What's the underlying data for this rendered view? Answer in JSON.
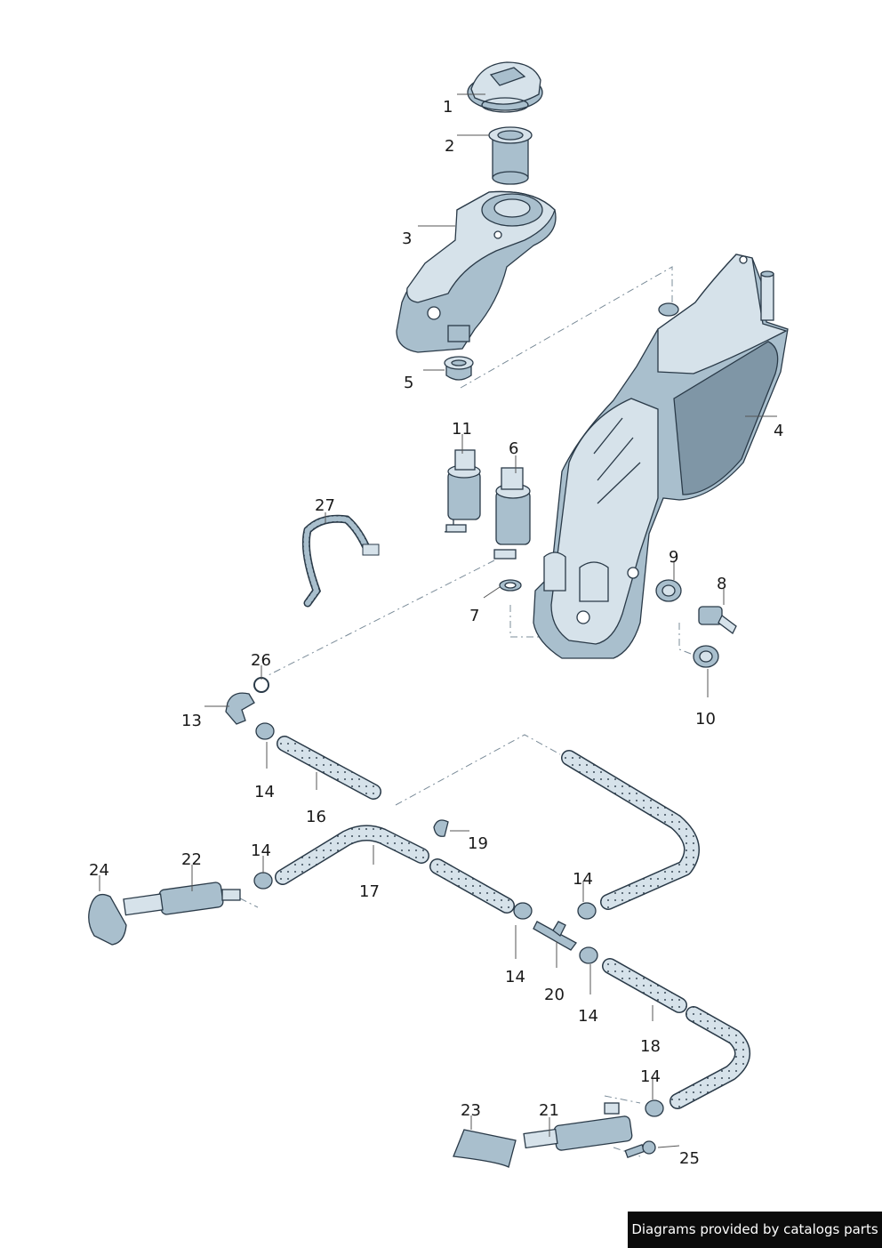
{
  "diagram": {
    "colors": {
      "part_fill": "#d6e2ea",
      "part_shade": "#a9bfcd",
      "outline": "#2a3a48",
      "hose_dots": "#3a4a58",
      "leader": "#555555",
      "dash": "#7b8c99"
    },
    "callouts": [
      {
        "id": "c1",
        "label": "1"
      },
      {
        "id": "c2",
        "label": "2"
      },
      {
        "id": "c3",
        "label": "3"
      },
      {
        "id": "c4",
        "label": "4"
      },
      {
        "id": "c5",
        "label": "5"
      },
      {
        "id": "c6",
        "label": "6"
      },
      {
        "id": "c7",
        "label": "7"
      },
      {
        "id": "c8",
        "label": "8"
      },
      {
        "id": "c9",
        "label": "9"
      },
      {
        "id": "c10",
        "label": "10"
      },
      {
        "id": "c11",
        "label": "11"
      },
      {
        "id": "c13",
        "label": "13"
      },
      {
        "id": "c14a",
        "label": "14"
      },
      {
        "id": "c14b",
        "label": "14"
      },
      {
        "id": "c14c",
        "label": "14"
      },
      {
        "id": "c14d",
        "label": "14"
      },
      {
        "id": "c14e",
        "label": "14"
      },
      {
        "id": "c14f",
        "label": "14"
      },
      {
        "id": "c16",
        "label": "16"
      },
      {
        "id": "c17",
        "label": "17"
      },
      {
        "id": "c18",
        "label": "18"
      },
      {
        "id": "c19",
        "label": "19"
      },
      {
        "id": "c20",
        "label": "20"
      },
      {
        "id": "c21",
        "label": "21"
      },
      {
        "id": "c22",
        "label": "22"
      },
      {
        "id": "c23",
        "label": "23"
      },
      {
        "id": "c24",
        "label": "24"
      },
      {
        "id": "c25",
        "label": "25"
      },
      {
        "id": "c26",
        "label": "26"
      },
      {
        "id": "c27",
        "label": "27"
      }
    ]
  },
  "footer": {
    "credit": "Diagrams provided by catalogs parts"
  }
}
